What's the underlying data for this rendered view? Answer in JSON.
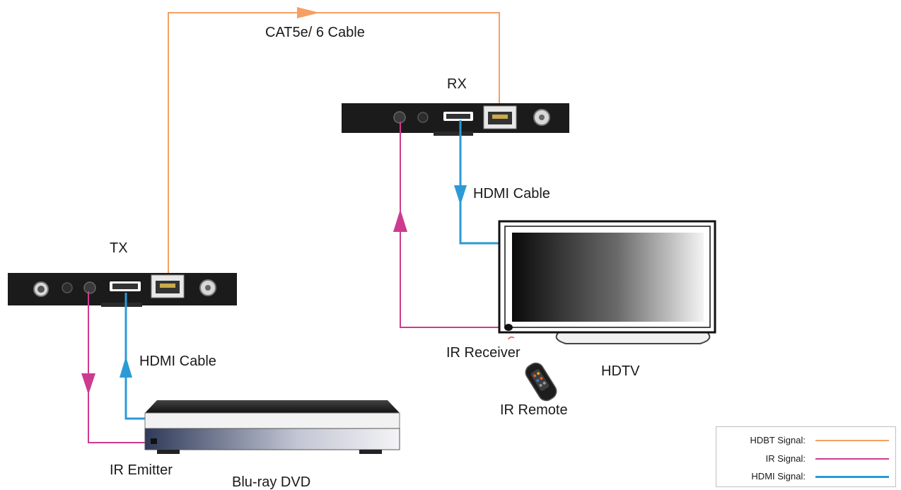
{
  "labels": {
    "cable_cat": "CAT5e/ 6 Cable",
    "rx": "RX",
    "tx": "TX",
    "hdmi_cable_top": "HDMI Cable",
    "hdmi_cable_bottom": "HDMI Cable",
    "ir_receiver": "IR Receiver",
    "hdtv": "HDTV",
    "ir_remote": "IR Remote",
    "ir_emitter": "IR Emitter",
    "bluray": "Blu-ray DVD"
  },
  "legend": {
    "hdbt": "HDBT Signal:",
    "ir": "IR Signal:",
    "hdmi": "HDMI Signal:"
  },
  "colors": {
    "hdbt": "#f4a064",
    "ir": "#cc3b8f",
    "hdmi": "#2b9ad6",
    "device": "#1b1b1b"
  }
}
